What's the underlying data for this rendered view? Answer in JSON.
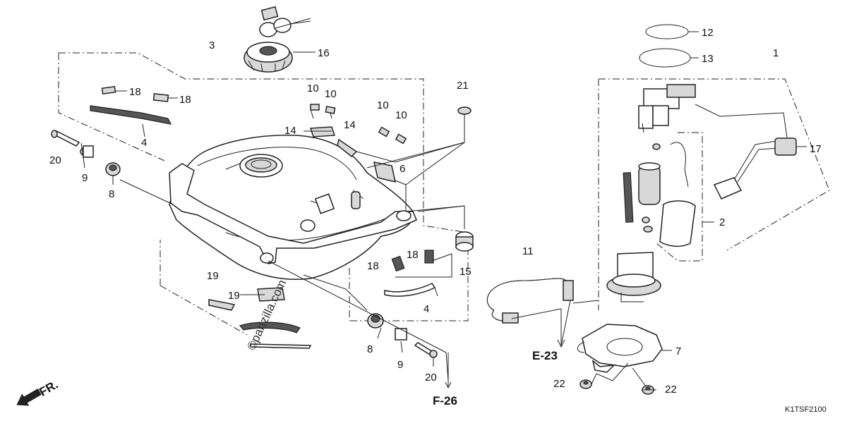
{
  "labels": {
    "l1": "1",
    "l2": "2",
    "l3": "3",
    "l4a": "4",
    "l4b": "4",
    "l6": "6",
    "l7": "7",
    "l8a": "8",
    "l8b": "8",
    "l9a": "9",
    "l9b": "9",
    "l10a": "10",
    "l10b": "10",
    "l10c": "10",
    "l10d": "10",
    "l11": "11",
    "l12": "12",
    "l13": "13",
    "l14a": "14",
    "l14b": "14",
    "l15": "15",
    "l16": "16",
    "l17": "17",
    "l18a": "18",
    "l18b": "18",
    "l18c": "18",
    "l18d": "18",
    "l19a": "19",
    "l19b": "19",
    "l20a": "20",
    "l20b": "20",
    "l21": "21",
    "l22a": "22",
    "l22b": "22"
  },
  "refs": {
    "e23": "E-23",
    "f26": "F-26"
  },
  "front_indicator": "FR.",
  "diagram_code": "K1TSF2100",
  "watermark": "©partzilla.com"
}
